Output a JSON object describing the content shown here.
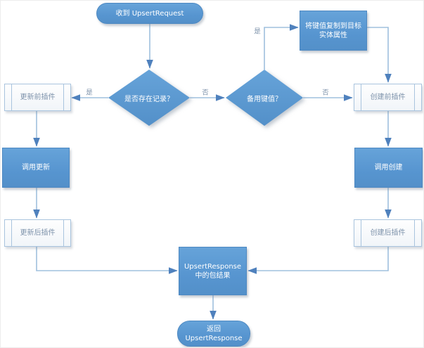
{
  "nodes": {
    "start": {
      "label": "收到 UpsertRequest",
      "type": "terminator"
    },
    "decision_record_exists": {
      "label": "是否存在记录？",
      "type": "decision"
    },
    "pre_update_plugin": {
      "label": "更新前插件",
      "type": "subroutine"
    },
    "call_update": {
      "label": "调用更新",
      "type": "process"
    },
    "post_update_plugin": {
      "label": "更新后插件",
      "type": "subroutine"
    },
    "decision_alternate_key": {
      "label": "备用键值？",
      "type": "decision"
    },
    "copy_key_values": {
      "label": "将键值复制到目标\n实体属性",
      "type": "process"
    },
    "pre_create_plugin": {
      "label": "创建前插件",
      "type": "subroutine"
    },
    "call_create": {
      "label": "调用创建",
      "type": "process"
    },
    "post_create_plugin": {
      "label": "创建后插件",
      "type": "subroutine"
    },
    "upsert_response_result": {
      "label": "UpsertResponse\n中的包结果",
      "type": "process"
    },
    "end": {
      "label": "返回\nUpsertResponse",
      "type": "terminator"
    }
  },
  "edge_labels": {
    "yes": "是",
    "no": "否"
  },
  "colors": {
    "shape_fill": "#5b9bd5",
    "shape_border": "#4e89c2",
    "subroutine_border": "#a9c4de",
    "connector_line": "#9fc0de",
    "arrowhead": "#4f81bd",
    "muted_text": "#7e93ab",
    "background": "#ffffff"
  }
}
